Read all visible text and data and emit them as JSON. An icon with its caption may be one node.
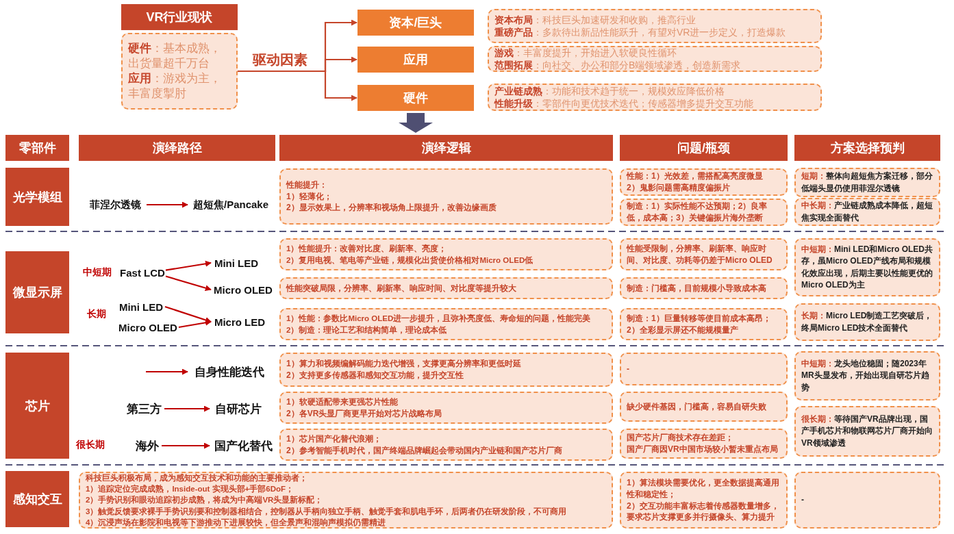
{
  "diagram": {
    "nodes": [
      {
        "text": [
          "VR行业现状"
        ]
      },
      {
        "text": [
          "**硬件**：基本成熟，出货量超千万台",
          "**应用**：游戏为主，丰富度掣肘"
        ]
      },
      {
        "text": [
          "资本/巨头"
        ]
      },
      {
        "text": [
          "**资本布局**：科技巨头加速研发和收购，推高行业",
          "**重磅产品**：多款待出新品性能跃升，有望对VR进一步定义，打造爆款"
        ]
      },
      {
        "text": [
          "应用"
        ]
      },
      {
        "text": [
          "**游戏**：丰富度提升，开始进入软硬良性循环",
          "**范围拓展**：向社交、办公和部分B端领域渗透，创造新需求"
        ]
      },
      {
        "text": [
          "硬件"
        ]
      },
      {
        "text": [
          "**产业链成熟**：功能和技术趋于统一，规模效应降低价格",
          "**性能升级**：零部件向更优技术迭代；传感器增多提升交互功能"
        ]
      },
      {
        "text": [
          "零部件"
        ]
      },
      {
        "text": [
          "演绎路径"
        ]
      },
      {
        "text": [
          "演绎逻辑"
        ]
      },
      {
        "text": [
          "问题/瓶颈"
        ]
      },
      {
        "text": [
          "方案选择预判"
        ]
      },
      {
        "text": [
          "光学模组"
        ]
      },
      {
        "text": [
          "菲涅尔透镜"
        ]
      },
      {
        "text": [
          "超短焦/Pancake"
        ]
      },
      {
        "text": [
          "性能提升：",
          "1）轻薄化；",
          "2）显示效果上，分辨率和视场角上限提升，改善边缘画质"
        ]
      },
      {
        "text": [
          "性能：1）光效差，需搭配高亮度微显",
          "2）鬼影问题需高精度偏振片"
        ]
      },
      {
        "text": [
          "制造：1）实际性能不达预期；2）良率低，成本高；3）关键偏振片海外垄断"
        ]
      },
      {
        "text": [
          "短期：",
          "整体向超短焦方案迁移，部分低端头显仍使用菲涅尔透镜"
        ]
      },
      {
        "text": [
          "中长期：",
          "产业链成熟成本降低，超短焦实现全面替代"
        ]
      },
      {
        "text": [
          "微显示屏"
        ]
      },
      {
        "text": [
          "Fast LCD"
        ]
      },
      {
        "text": [
          "Mini LED"
        ]
      },
      {
        "text": [
          "Micro OLED"
        ]
      },
      {
        "text": [
          "Mini LED"
        ]
      },
      {
        "text": [
          "Micro OLED"
        ]
      },
      {
        "text": [
          "Micro LED"
        ]
      },
      {
        "text": [
          "1）性能提升：改善对比度、刷新率、亮度；",
          "2）复用电视、笔电等产业链，规模化出货使价格相对Micro OLED低"
        ]
      },
      {
        "text": [
          "性能突破局限，分辨率、刷新率、响应时间、对比度等提升较大"
        ]
      },
      {
        "text": [
          "1）性能：参数比Micro OLED进一步提升，且弥补亮度低、寿命短的问题，性能完美",
          "2）制造：理论工艺和结构简单，理论成本低"
        ]
      },
      {
        "text": [
          "性能受限制，分辨率、刷新率、响应时间、对比度、功耗等仍差于Micro OLED"
        ]
      },
      {
        "text": [
          "制造：门槛高，目前规模小导致成本高"
        ]
      },
      {
        "text": [
          "制造：1）巨量转移等使目前成本高昂；",
          "2）全彩显示屏还不能规模量产"
        ]
      },
      {
        "text": [
          "中短期：",
          "Mini LED和Micro OLED共存，虽Micro OLED产线布局和规模化效应出现，后期主要以性能更优的Micro OLED为主"
        ]
      },
      {
        "text": [
          "长期：",
          "Micro LED制造工艺突破后，终局Micro LED技术全面替代"
        ]
      },
      {
        "text": [
          "芯片"
        ]
      },
      {
        "text": [
          "自身性能迭代"
        ]
      },
      {
        "text": [
          "第三方"
        ]
      },
      {
        "text": [
          "自研芯片"
        ]
      },
      {
        "text": [
          "海外"
        ]
      },
      {
        "text": [
          "国产化替代"
        ]
      },
      {
        "text": [
          "1）算力和视频编解码能力迭代增强，支撑更高分辨率和更低时延",
          "2）支持更多传感器和感知交互功能，提升交互性"
        ]
      },
      {
        "text": [
          "1）软硬适配带来更强芯片性能",
          "2）各VR头显厂商更早开始对芯片战略布局"
        ]
      },
      {
        "text": [
          "1）芯片国产化替代浪潮；",
          "2）参考智能手机时代，国产终端品牌崛起会带动国内产业链和国产芯片厂商"
        ]
      },
      {
        "text": [
          "-"
        ]
      },
      {
        "text": [
          "缺少硬件基因，门槛高，容易自研失败"
        ]
      },
      {
        "text": [
          "国产芯片厂商技术存在差距；",
          "国产厂商因VR中国市场较小暂未重点布局"
        ]
      },
      {
        "text": [
          "中短期：",
          "龙头地位稳固；随2023年MR头显发布，开始出现自研芯片趋势"
        ]
      },
      {
        "text": [
          "很长期：",
          "等待国产VR品牌出现，国产手机芯片和物联网芯片厂商开始向VR领域渗透"
        ]
      },
      {
        "text": [
          "感知交互"
        ]
      },
      {
        "text": [
          "科技巨头积极布局，成为感知交互技术和功能的主要推动者；",
          "1）追踪定位完成成熟，Inside-out 实现头部+手部6DoF；",
          "2）手势识别和眼动追踪初步成熟，将成为中高端VR头显新标配；",
          "3）触觉反馈要求裸手手势识别要和控制器相结合，控制器从手柄向独立手柄、触觉手套和肌电手环，后两者仍在研发阶段，不可商用",
          "4）沉浸声场在影院和电视等下游推动下进展较快，但全景声和混响声模拟仍需精进"
        ]
      },
      {
        "text": [
          "1）算法模块需要优化，更全数据提高通用性和稳定性；",
          "2）交互功能丰富标志着传感器数量增多，要求芯片支撑更多并行摄像头、算力提升"
        ]
      },
      {
        "text": [
          "-"
        ]
      }
    ],
    "edges": [
      {
        "from": 1,
        "to": 2,
        "arrow": "to",
        "label": "驱动因素",
        "color": "#c5452a"
      },
      {
        "from": 1,
        "to": 4,
        "arrow": "to",
        "color": "#c5452a"
      },
      {
        "from": 1,
        "to": 6,
        "arrow": "to",
        "color": "#c5452a"
      },
      {
        "from": 14,
        "to": 15,
        "arrow": "to"
      },
      {
        "from": 22,
        "to": 23,
        "arrow": "to"
      },
      {
        "from": 22,
        "to": 24,
        "arrow": "to"
      },
      {
        "from": 25,
        "to": 27,
        "arrow": "to"
      },
      {
        "from": 26,
        "to": 27,
        "arrow": "to"
      },
      {
        "from": null,
        "to": 37,
        "arrow": "to"
      },
      {
        "from": 38,
        "to": 39,
        "arrow": "to"
      },
      {
        "from": 40,
        "to": 41,
        "arrow": "to"
      },
      {
        "from": 6,
        "to": 10,
        "arrow": "to",
        "style": "thick",
        "color": "#4f4f72"
      }
    ],
    "labels": [
      "中短期",
      "长期",
      "很长期"
    ]
  }
}
